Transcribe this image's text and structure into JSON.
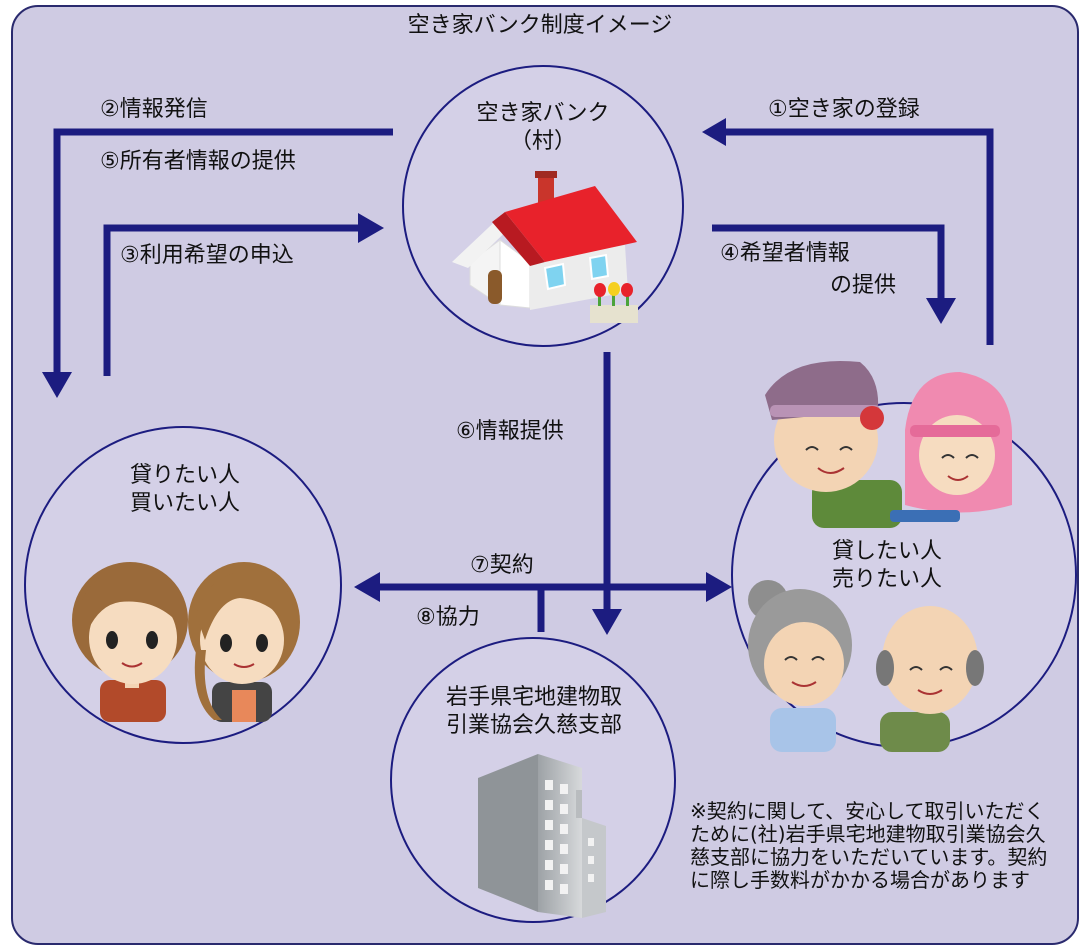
{
  "title": "空き家バンク制度イメージ",
  "colors": {
    "panel_bg": "#cfcbe3",
    "border": "#2a2a6e",
    "arrow": "#1c1c80",
    "circle_fill": "#ffffff",
    "roof": "#e8222b",
    "chimney": "#c9352b",
    "building": "#b5b8bb"
  },
  "nodes": {
    "bank": {
      "line1": "空き家バンク",
      "line2": "（村）",
      "icon": "house-icon"
    },
    "borrowers": {
      "line1": "貸りたい人",
      "line2": "買いたい人",
      "icon": "young-people-icon"
    },
    "owners": {
      "line1": "貸したい人",
      "line2": "売りたい人",
      "icon": "elderly-people-icon"
    },
    "association": {
      "line1": "岩手県宅地建物取",
      "line2": "引業協会久慈支部",
      "icon": "office-building-icon"
    }
  },
  "steps": {
    "s1": "①空き家の登録",
    "s2": "②情報発信",
    "s3": "③利用希望の申込",
    "s4_line1": "④希望者情報",
    "s4_line2": "の提供",
    "s5": "⑤所有者情報の提供",
    "s6": "⑥情報提供",
    "s7": "⑦契約",
    "s8": "⑧協力"
  },
  "note": "※契約に関して、安心して取引いただくために(社)岩手県宅地建物取引業協会久慈支部に協力をいただいています。契約に際し手数料がかかる場合があります"
}
